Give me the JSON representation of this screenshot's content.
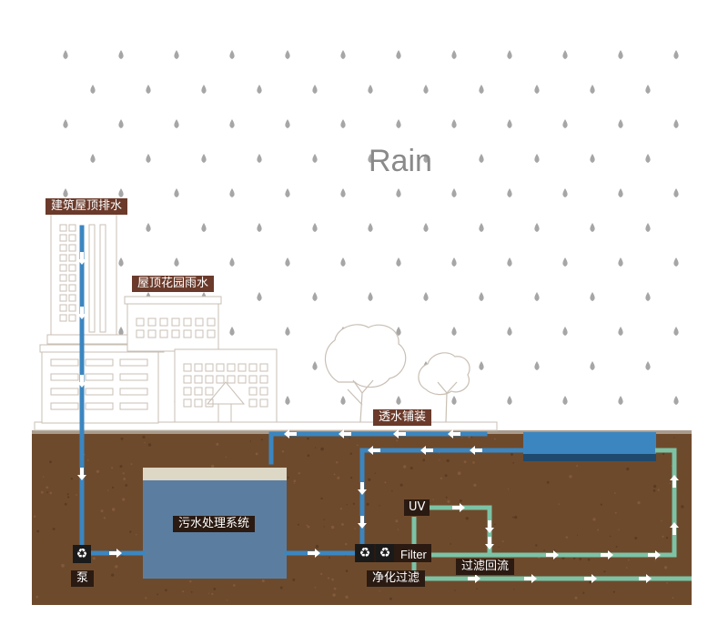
{
  "title": "Rain",
  "labels": {
    "roof_drain": "建筑屋顶排水",
    "roof_garden": "屋顶花园雨水",
    "permeable_paving": "透水铺装",
    "sewage_system": "污水处理系统",
    "uv": "UV",
    "filter": "Filter",
    "purify": "净化过滤",
    "backflow": "过滤回流",
    "pump": "泵"
  },
  "icons": {
    "pump": "recycle-icon",
    "filter_a": "recycle-icon",
    "filter_b": "recycle-icon"
  },
  "colors": {
    "soil": "#6e4a2c",
    "water_pipe": "#3b86c0",
    "return_pipe": "#7cc3a6",
    "tank": "#5b7ea0",
    "pond": "#3b86c0",
    "label_bg": "#6b3a2a",
    "rain_drop": "#a6a6a6",
    "building_line": "#c9bfb4"
  }
}
